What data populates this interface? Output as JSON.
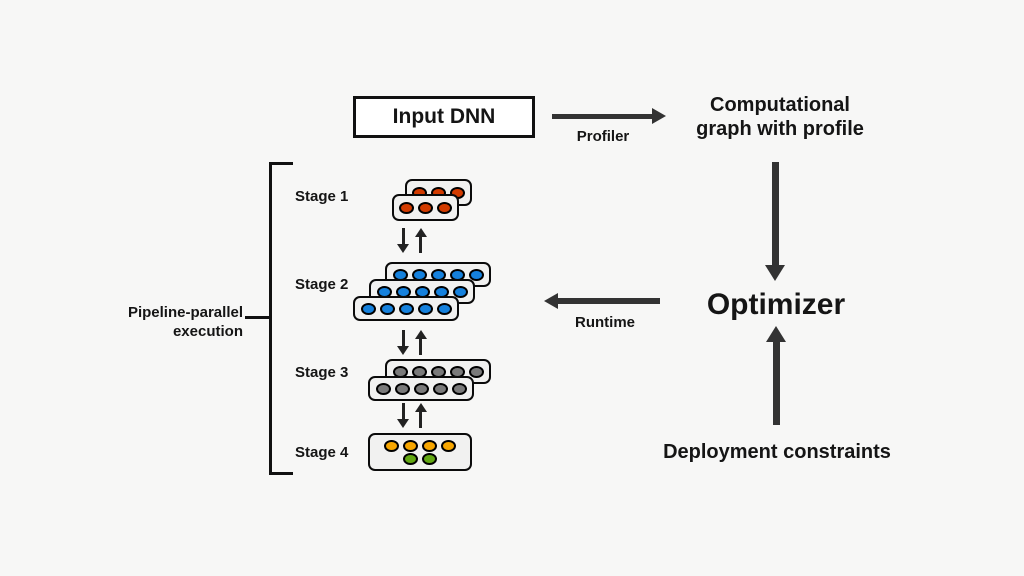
{
  "background": "#f7f7f6",
  "colors": {
    "arrow_large": "#333333",
    "arrow_small": "#222222",
    "box_fill": "#f1f1f0",
    "box_border": "#0b0b0b",
    "input_box_fill": "#ffffff"
  },
  "nodes": {
    "input_dnn": {
      "label": "Input DNN"
    },
    "comp_graph": {
      "line1": "Computational",
      "line2": "graph with profile"
    },
    "optimizer": {
      "label": "Optimizer"
    },
    "deployment": {
      "label": "Deployment constraints"
    }
  },
  "edges": {
    "profiler": {
      "label": "Profiler"
    },
    "runtime": {
      "label": "Runtime"
    }
  },
  "pipeline": {
    "bracket_label_line1": "Pipeline-parallel",
    "bracket_label_line2": "execution",
    "stages": [
      {
        "label": "Stage 1",
        "replicas": 2,
        "dot_rows": [
          {
            "count": 3,
            "color": "#d23b00"
          }
        ]
      },
      {
        "label": "Stage 2",
        "replicas": 3,
        "dot_rows": [
          {
            "count": 5,
            "color": "#1581dd"
          }
        ]
      },
      {
        "label": "Stage 3",
        "replicas": 2,
        "dot_rows": [
          {
            "count": 5,
            "color": "#7a7a7a"
          }
        ]
      },
      {
        "label": "Stage 4",
        "replicas": 1,
        "dot_rows": [
          {
            "count": 4,
            "color": "#f7a600"
          },
          {
            "count": 2,
            "color": "#63a812"
          }
        ]
      }
    ]
  }
}
